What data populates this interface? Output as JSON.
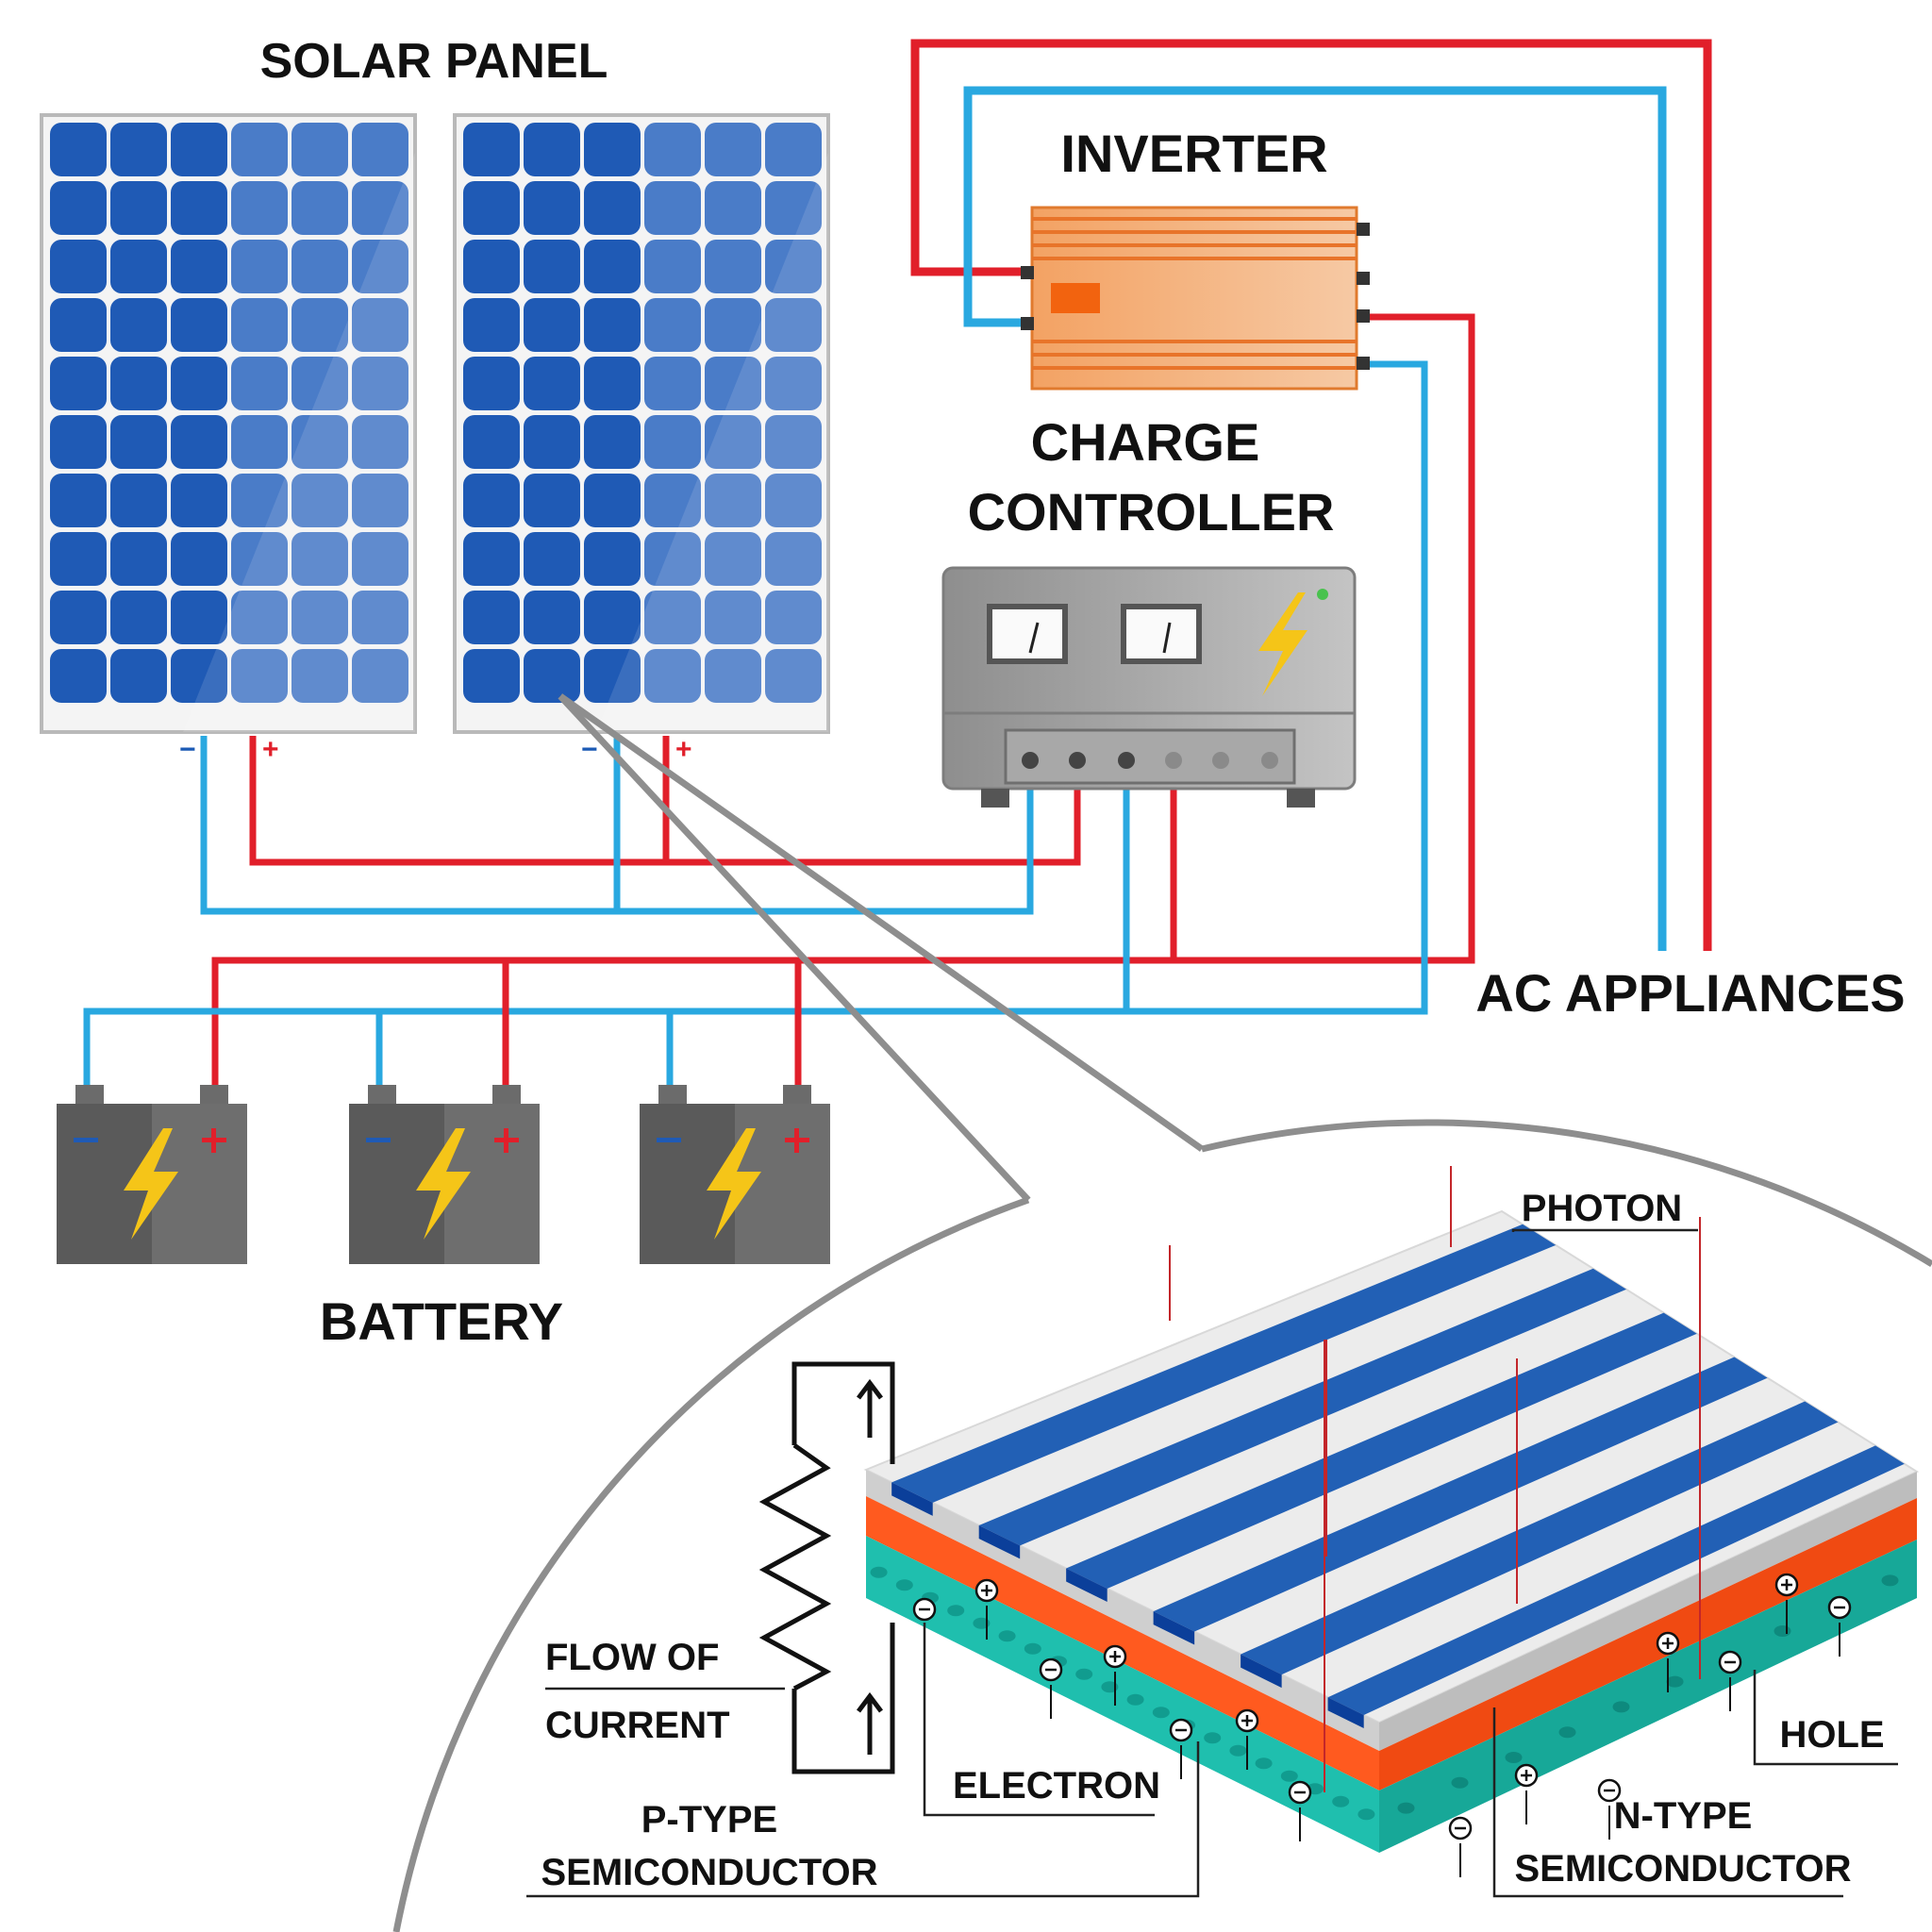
{
  "labels": {
    "solar_panel": "SOLAR PANEL",
    "inverter": "INVERTER",
    "charge_controller_1": "CHARGE",
    "charge_controller_2": "CONTROLLER",
    "ac_appliances": "AC APPLIANCES",
    "battery": "BATTERY",
    "photon": "PHOTON",
    "flow_of": "FLOW OF",
    "current": "CURRENT",
    "electron": "ELECTRON",
    "hole": "HOLE",
    "p_type": "P-TYPE",
    "p_semiconductor": "SEMICONDUCTOR",
    "n_type": "N-TYPE",
    "n_semiconductor": "SEMICONDUCTOR"
  },
  "signs": {
    "minus": "−",
    "plus": "+"
  },
  "colors": {
    "wire_positive": "#e11f2a",
    "wire_negative": "#29a8e0",
    "panel_blue": "#1f5ab5",
    "inverter_orange": "#f08a3c",
    "controller_gray": "#9b9b9b",
    "battery_dark": "#4a4a4a",
    "bolt_yellow": "#f5c518",
    "p_layer": "#ff5a1f",
    "n_layer": "#1fbfae"
  }
}
